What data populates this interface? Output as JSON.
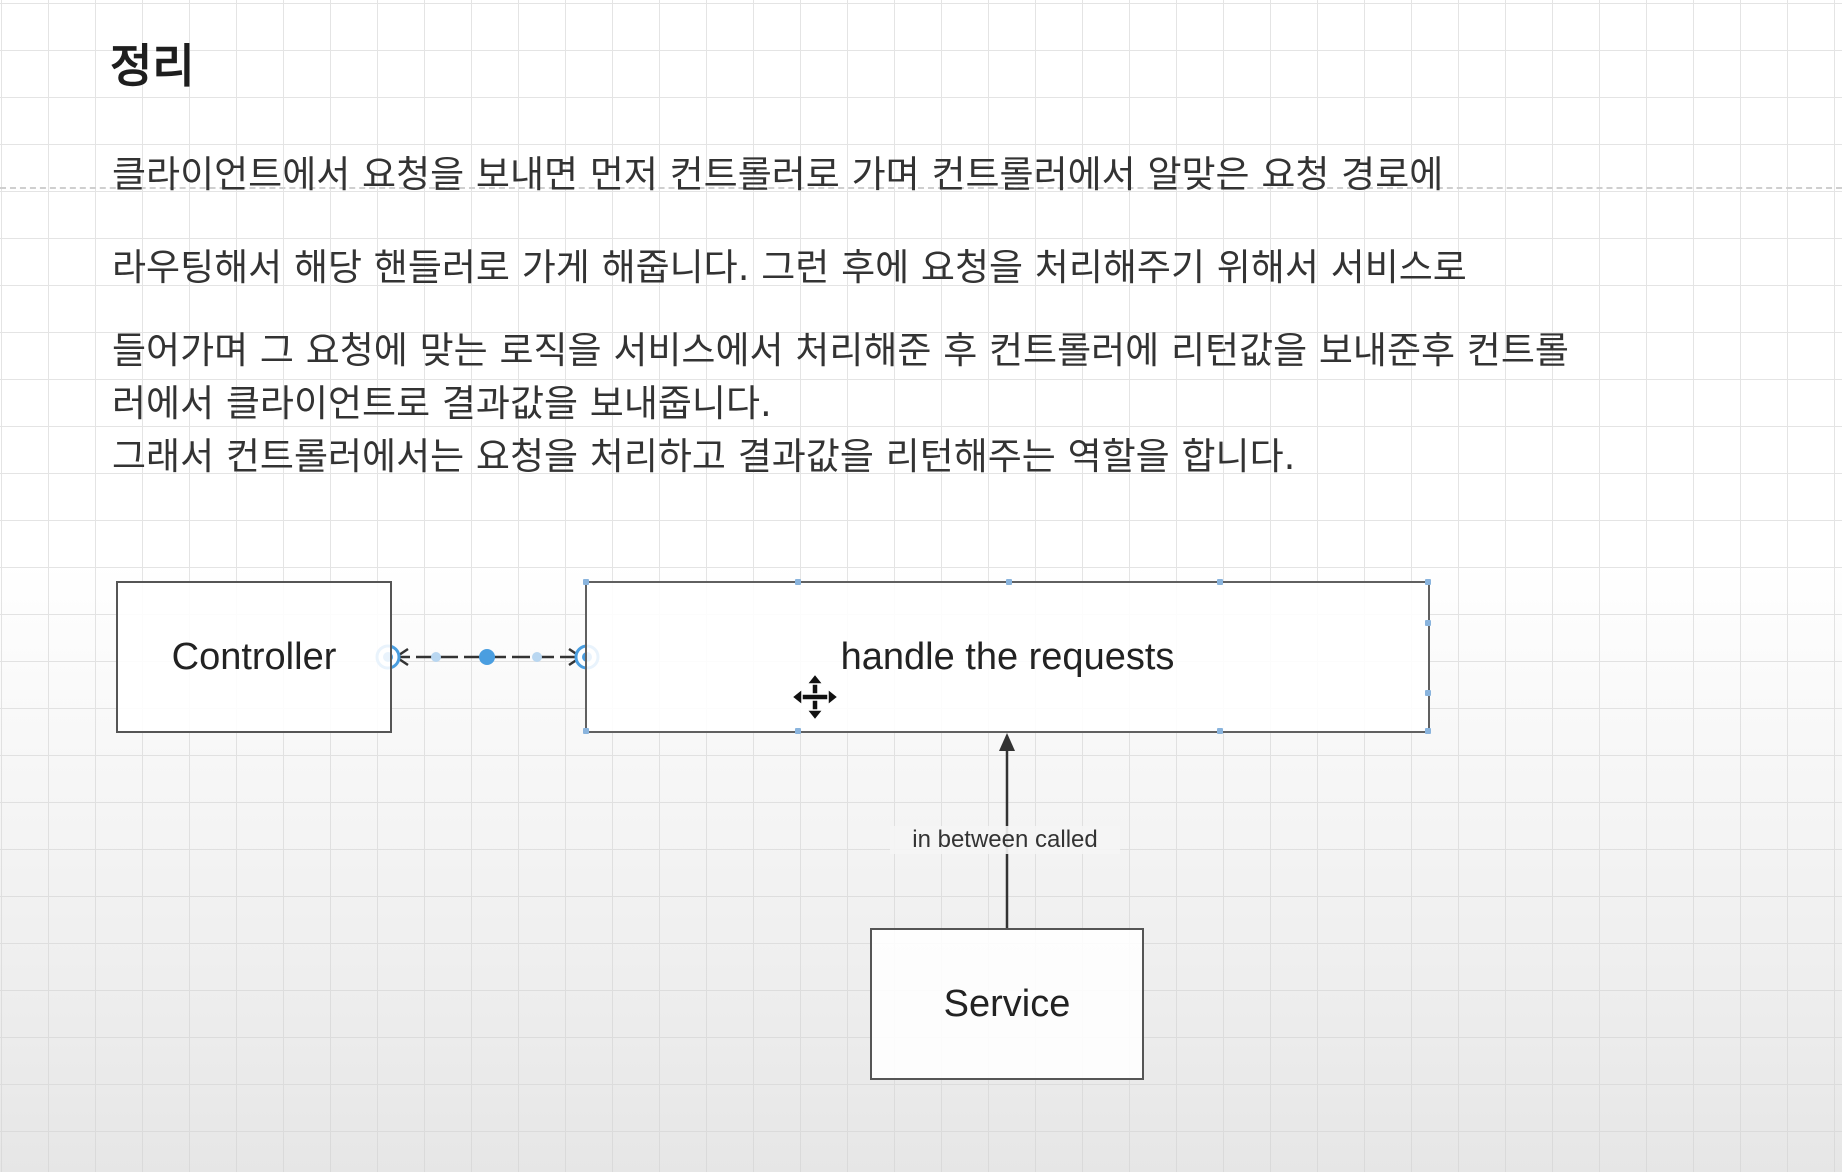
{
  "title": "정리",
  "paragraphs": [
    "클라이언트에서 요청을 보내면 먼저 컨트롤러로 가며 컨트롤러에서 알맞은 요청 경로에",
    "라우팅해서 해당 핸들러로 가게 해줍니다.  그런 후에 요청을 처리해주기 위해서 서비스로",
    "들어가며 그 요청에 맞는 로직을 서비스에서 처리해준 후 컨트롤러에 리턴값을 보내준후 컨트롤",
    "러에서 클라이언트로 결과값을 보내줍니다.",
    "그래서 컨트롤러에서는 요청을 처리하고 결과값을 리턴해주는 역할을 합니다."
  ],
  "diagram": {
    "nodes": {
      "controller": "Controller",
      "handler": "handle the requests",
      "service": "Service"
    },
    "edges": {
      "service_to_handler_label": "in between called"
    },
    "colors": {
      "selection": "#4a9ee0",
      "box_border": "#555555",
      "arrow": "#333333"
    },
    "icons": {
      "cursor": "move-cursor-icon"
    }
  }
}
